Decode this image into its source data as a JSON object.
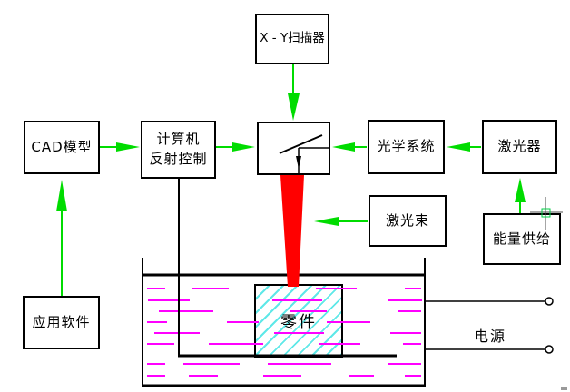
{
  "nodes": {
    "xy_scanner": "X - Y扫描器",
    "cad_model": "CAD模型",
    "computer_control": {
      "line1": "计算机",
      "line2": "反射控制"
    },
    "optical_system": "光学系统",
    "laser_device": "激光器",
    "energy_supply": "能量供给",
    "app_software": "应用软件",
    "laser_beam": "激光束",
    "part": "零件",
    "power": "电源"
  },
  "connections": [
    {
      "from": "app_software",
      "to": "cad_model"
    },
    {
      "from": "cad_model",
      "to": "computer_control"
    },
    {
      "from": "computer_control",
      "to": "scanner_mirror"
    },
    {
      "from": "xy_scanner",
      "to": "scanner_mirror"
    },
    {
      "from": "optical_system",
      "to": "scanner_mirror"
    },
    {
      "from": "laser_device",
      "to": "optical_system"
    },
    {
      "from": "energy_supply",
      "to": "laser_device"
    },
    {
      "from": "laser_beam",
      "to": "laser_beam_cone"
    }
  ],
  "colors": {
    "arrow_green": "#00dc00",
    "beam_red": "#ff0000",
    "liquid_magenta": "#ff00ff",
    "hatch_cyan": "#5fe8e8",
    "crosshair_gray": "#4d4d4d",
    "pickbox_green": "#00cc44",
    "line_black": "#000000",
    "background": "#ffffff"
  }
}
